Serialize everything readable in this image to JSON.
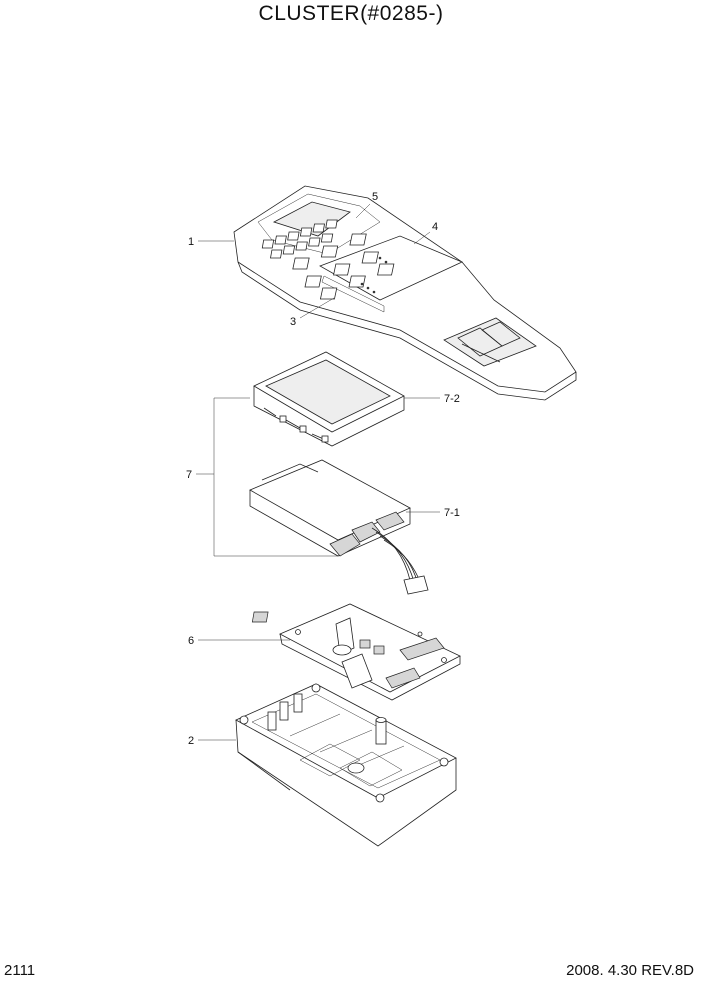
{
  "header": {
    "title": "CLUSTER(#0285-)"
  },
  "footer": {
    "page_number": "2111",
    "revision": "2008. 4.30 REV.8D"
  },
  "callouts": [
    {
      "id": "1",
      "label": "1"
    },
    {
      "id": "2",
      "label": "2"
    },
    {
      "id": "3",
      "label": "3"
    },
    {
      "id": "4",
      "label": "4"
    },
    {
      "id": "5",
      "label": "5"
    },
    {
      "id": "6",
      "label": "6"
    },
    {
      "id": "7",
      "label": "7"
    },
    {
      "id": "7-1",
      "label": "7-1"
    },
    {
      "id": "7-2",
      "label": "7-2"
    }
  ]
}
